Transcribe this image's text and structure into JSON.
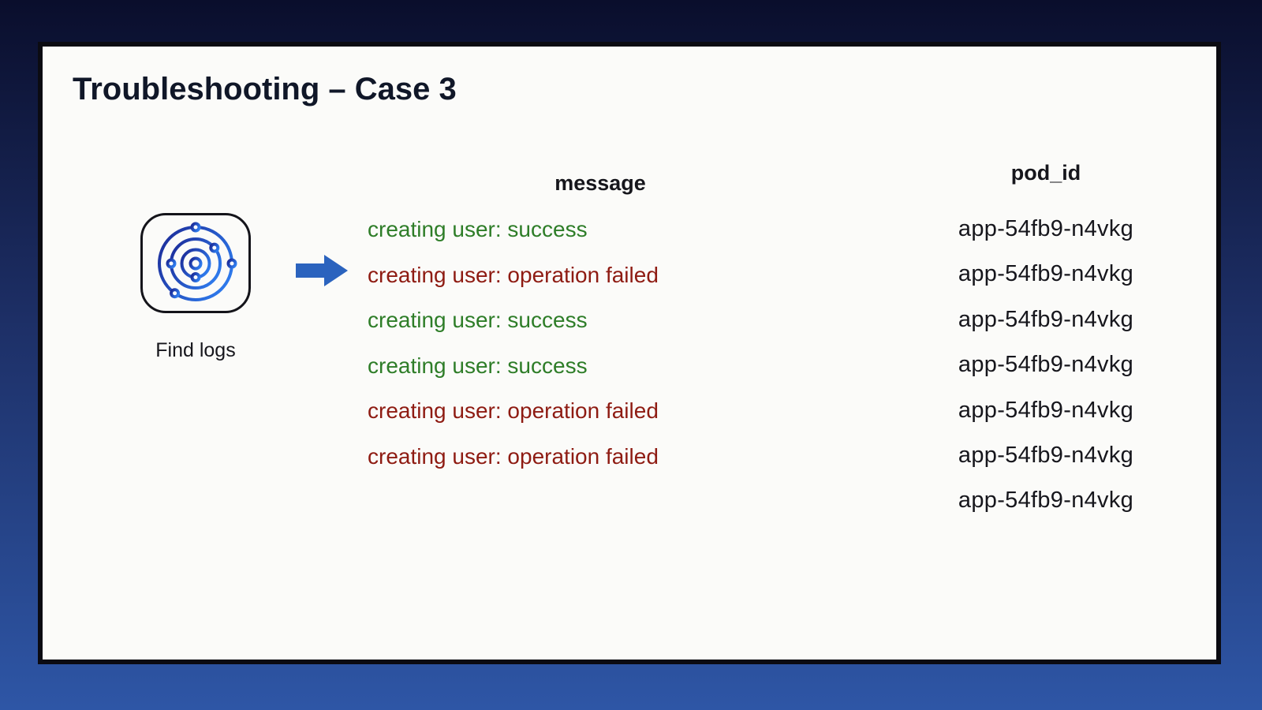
{
  "slide": {
    "title": "Troubleshooting – Case 3"
  },
  "find_logs": {
    "icon": "orbit-logs-icon",
    "label": "Find logs"
  },
  "arrow": {
    "icon": "right-arrow-icon"
  },
  "table": {
    "message_header": "message",
    "pod_header": "pod_id",
    "rows": [
      {
        "message": "creating user: success",
        "status": "success",
        "pod_id": "app-54fb9-n4vkg"
      },
      {
        "message": "creating user: operation failed",
        "status": "failed",
        "pod_id": "app-54fb9-n4vkg"
      },
      {
        "message": "creating user: success",
        "status": "success",
        "pod_id": "app-54fb9-n4vkg"
      },
      {
        "message": "creating user: success",
        "status": "success",
        "pod_id": "app-54fb9-n4vkg"
      },
      {
        "message": "creating user: operation failed",
        "status": "failed",
        "pod_id": "app-54fb9-n4vkg"
      },
      {
        "message": "creating user: operation failed",
        "status": "failed",
        "pod_id": "app-54fb9-n4vkg"
      },
      {
        "message": "",
        "status": "none",
        "pod_id": "app-54fb9-n4vkg"
      }
    ]
  },
  "colors": {
    "background_top": "#0a0e2c",
    "background_mid": "#1d2f66",
    "background_bottom": "#2e56a6",
    "slide_background": "#fbfbf9",
    "slide_border": "#0b0b12",
    "title_text": "#101728",
    "body_text": "#16161c",
    "icon_border": "#14141a",
    "success_text": "#2e7d28",
    "failed_text": "#8e1b12",
    "arrow_blue": "#2b63be",
    "icon_gradient_start": "#1d2f9c",
    "icon_gradient_end": "#2f7ef0"
  }
}
